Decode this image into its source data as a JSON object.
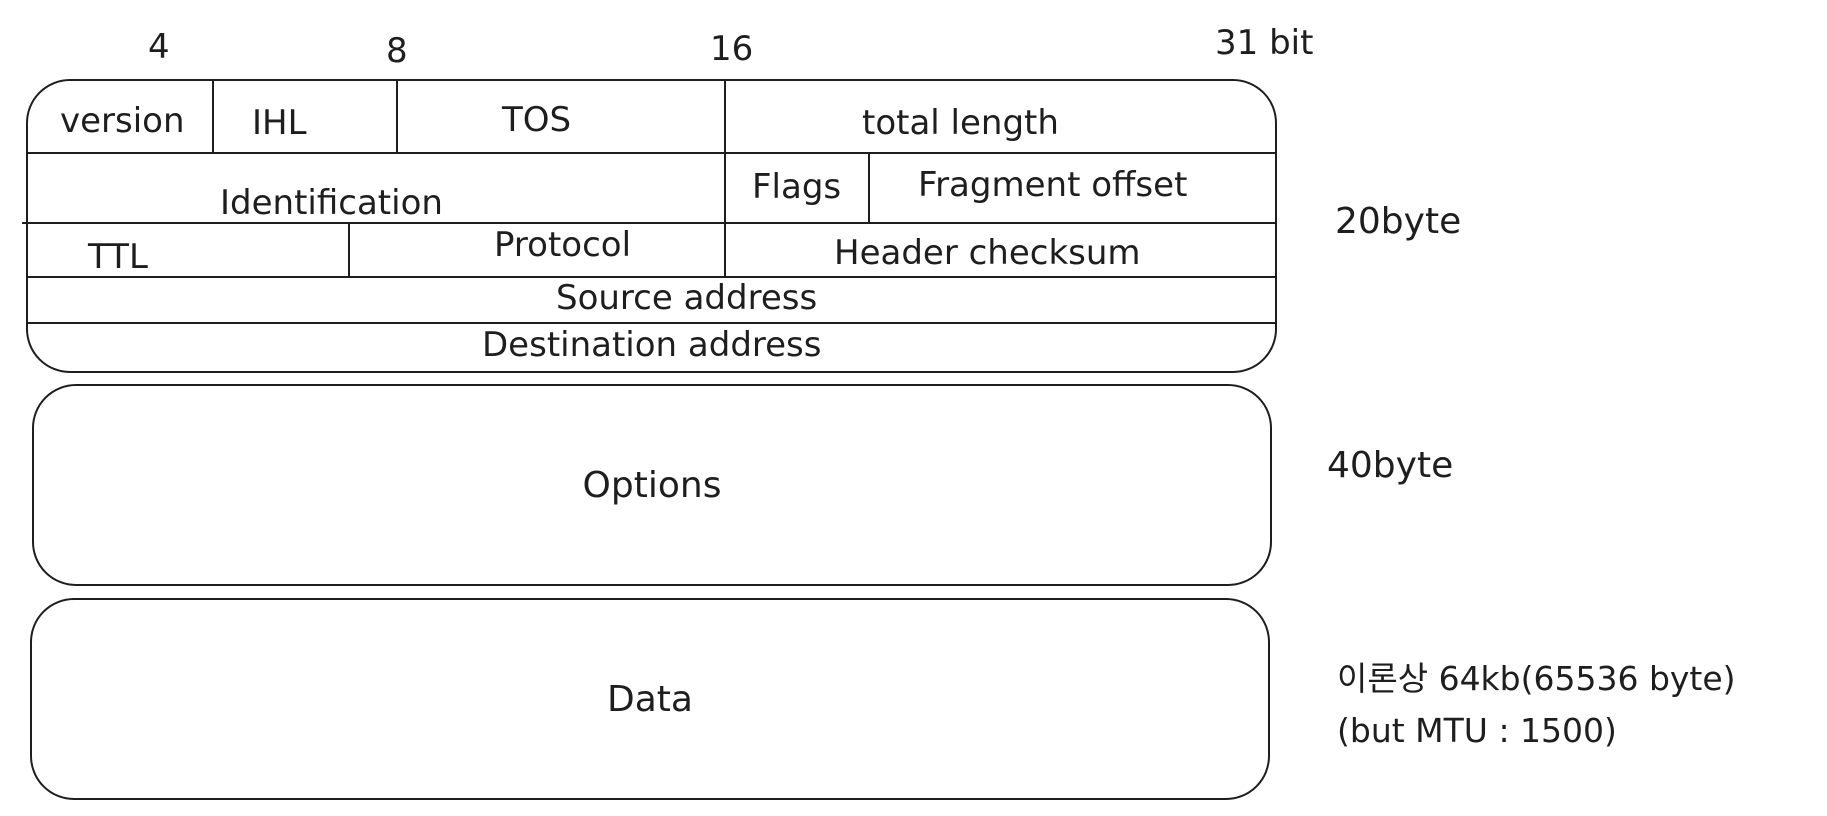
{
  "bit_markers": [
    "4",
    "8",
    "16",
    "31 bit"
  ],
  "header": {
    "row1": [
      "version",
      "IHL",
      "TOS",
      "total length"
    ],
    "row2": [
      "Identification",
      "Flags",
      "Fragment offset"
    ],
    "row3": [
      "TTL",
      "Protocol",
      "Header checksum"
    ],
    "row4": "Source address",
    "row5": "Destination address",
    "size_label": "20byte"
  },
  "options": {
    "label": "Options",
    "size_label": "40byte"
  },
  "data": {
    "label": "Data",
    "size_line1": "이론상 64kb(65536 byte)",
    "size_line2": "(but MTU : 1500)"
  }
}
